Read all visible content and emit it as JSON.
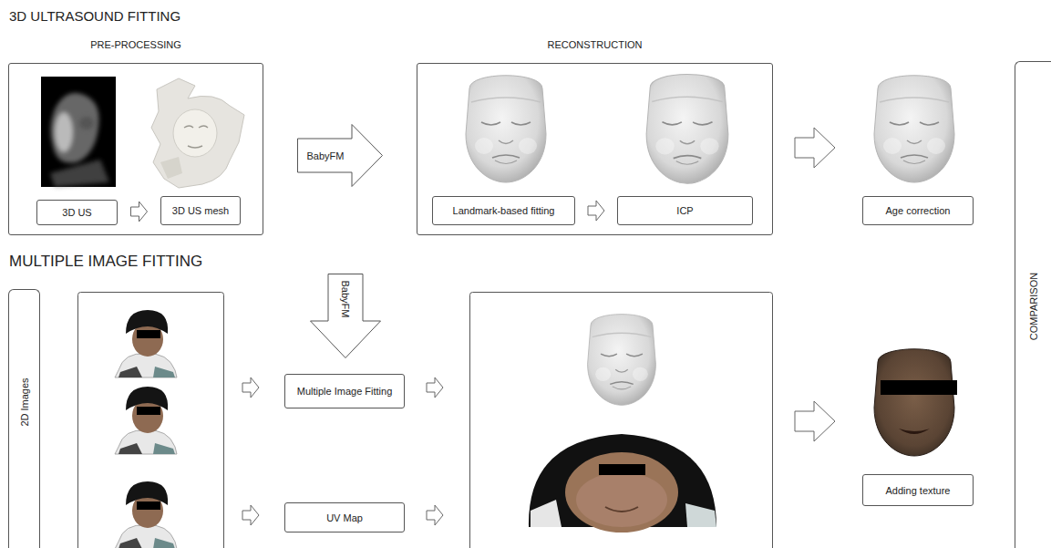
{
  "diagram": {
    "nodes": [
      {
        "text": [
          "PRE-PROCESSING"
        ]
      },
      {
        "text": [
          "3D US"
        ],
        "in": 0
      },
      {
        "text": [
          "3D US mesh"
        ],
        "in": 0
      },
      {
        "text": [
          "BabyFM"
        ]
      },
      {
        "text": [
          "RECONSTRUCTION"
        ]
      },
      {
        "text": [
          "Landmark-based fitting"
        ],
        "in": 4
      },
      {
        "text": [
          "ICP"
        ],
        "in": 4
      },
      {
        "text": [
          "Age correction"
        ]
      },
      {
        "text": [
          "COMPARISON"
        ]
      },
      {
        "text": [
          "2D Images"
        ]
      },
      {
        "text": [
          "BabyFM"
        ]
      },
      {
        "text": [
          "Multiple Image Fitting"
        ]
      },
      {
        "text": [
          "UV Map"
        ]
      },
      {
        "text": [
          "Adding texture"
        ]
      }
    ],
    "edges": [
      {
        "from": 1,
        "to": 2,
        "arrow": "to"
      },
      {
        "from": 5,
        "to": 6,
        "arrow": "to"
      }
    ],
    "labels": [
      "3D ULTRASOUND FITTING",
      "MULTIPLE IMAGE FITTING"
    ]
  }
}
